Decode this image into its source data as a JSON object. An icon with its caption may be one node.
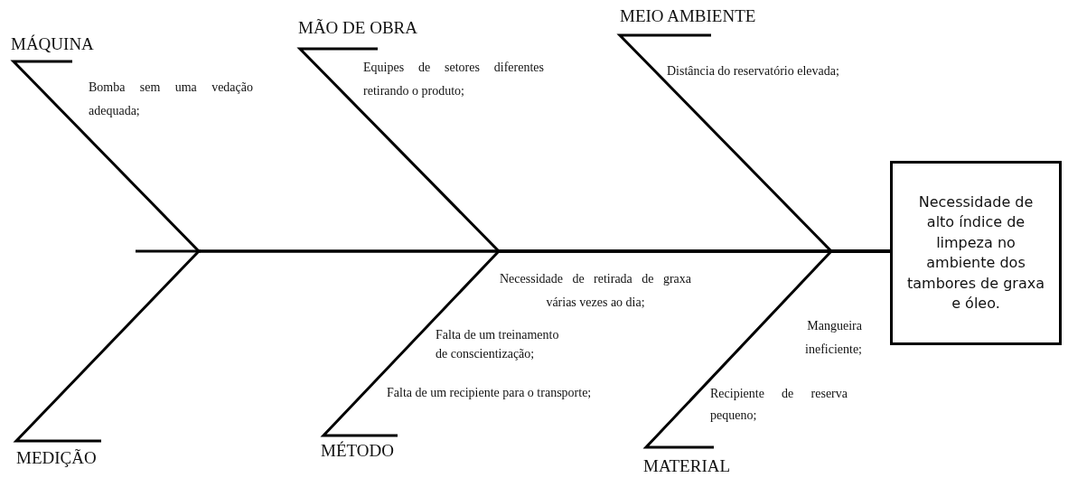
{
  "diagram": {
    "nodes": [
      {
        "text": [
          "MÁQUINA"
        ]
      },
      {
        "text": [
          "MÃO DE OBRA"
        ]
      },
      {
        "text": [
          "MEIO AMBIENTE"
        ]
      },
      {
        "text": [
          "Necessidade de alto índice de limpeza no ambiente dos tambores de graxa e óleo."
        ]
      },
      {
        "text": [
          "MEDIÇÃO"
        ]
      },
      {
        "text": [
          "MÉTODO"
        ]
      },
      {
        "text": [
          "MATERIAL"
        ]
      }
    ],
    "edges": [
      {
        "from": 0,
        "to": 3,
        "arrow": "none"
      },
      {
        "from": 1,
        "to": 3,
        "arrow": "none"
      },
      {
        "from": 2,
        "to": 3,
        "arrow": "none"
      },
      {
        "from": 4,
        "to": 3,
        "arrow": "none"
      },
      {
        "from": 5,
        "to": 3,
        "arrow": "none"
      },
      {
        "from": 6,
        "to": 3,
        "arrow": "none"
      }
    ],
    "labels": [
      "Bomba sem uma vedação adequada;",
      "Equipes de setores diferentes retirando o produto;",
      "Distância do reservatório elevada;",
      "Necessidade de retirada de graxa várias vezes ao dia;",
      "Falta de um treinamento de conscientização;",
      "Falta de um recipiente para o transporte;",
      "Mangueira ineficiente;",
      "Recipiente de reserva pequeno;"
    ]
  }
}
